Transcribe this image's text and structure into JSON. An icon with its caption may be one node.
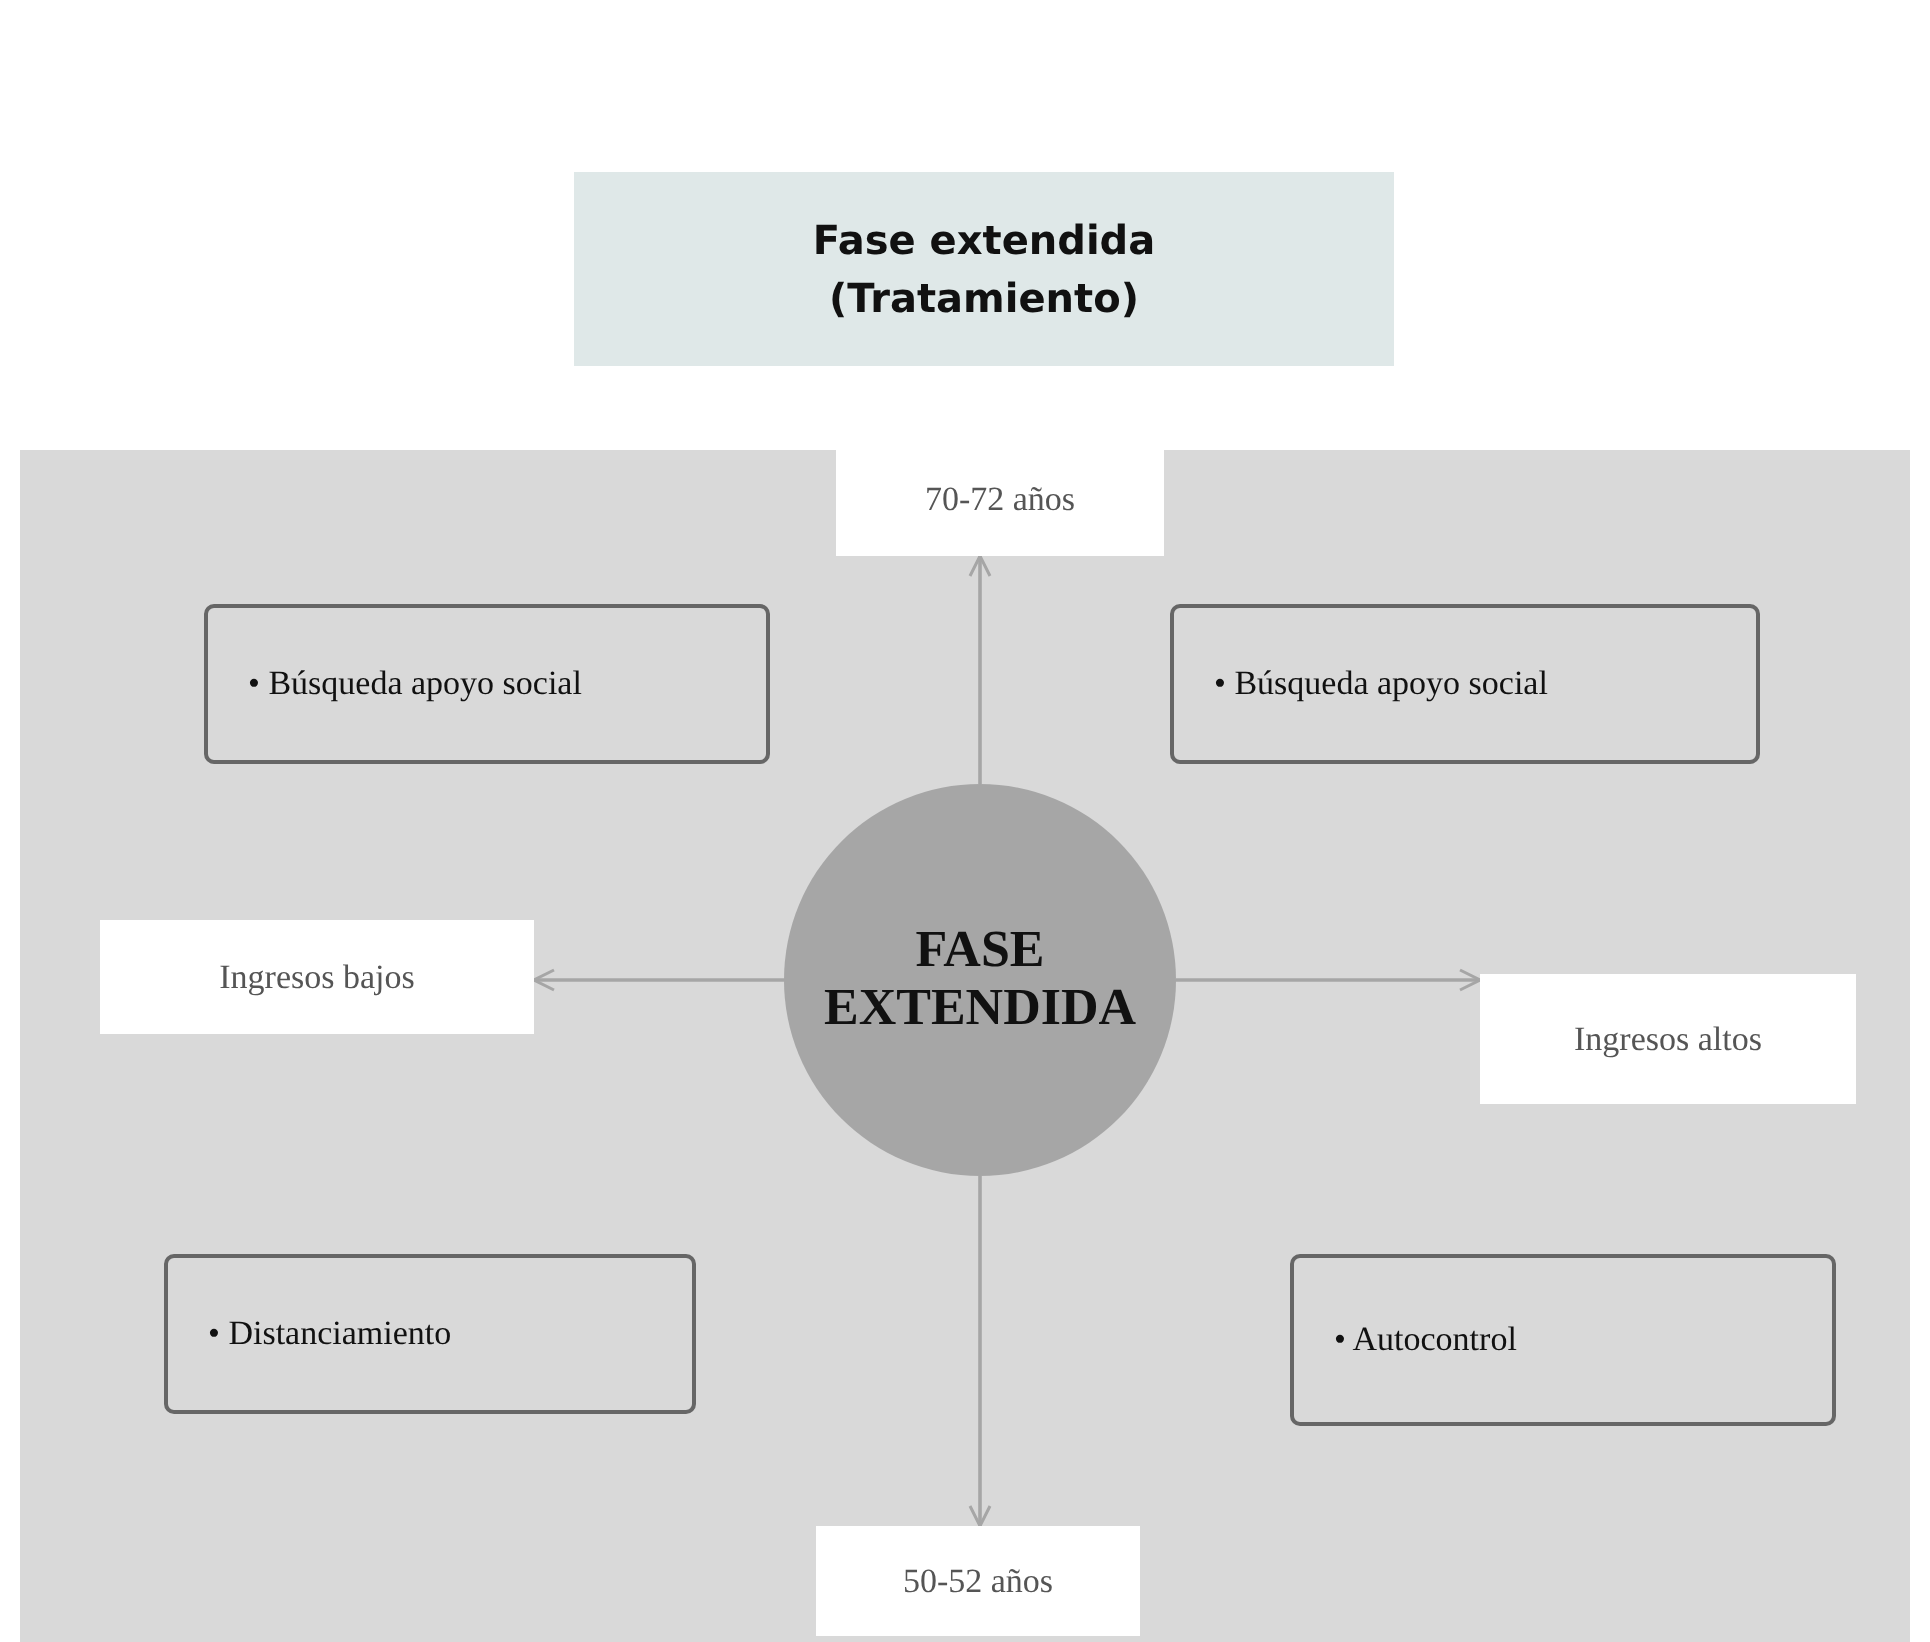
{
  "diagram": {
    "title": "Fase extendida (Tratamiento)",
    "nodes": [
      {
        "text": [
          "FASE EXTENDIDA"
        ]
      },
      {
        "text": [
          "70-72 años"
        ]
      },
      {
        "text": [
          "• Búsqueda apoyo social"
        ]
      },
      {
        "text": [
          "• Búsqueda apoyo social"
        ]
      },
      {
        "text": [
          "Ingresos bajos"
        ]
      },
      {
        "text": [
          "Ingresos altos"
        ]
      },
      {
        "text": [
          "• Distanciamiento"
        ]
      },
      {
        "text": [
          "• Autocontrol"
        ]
      },
      {
        "text": [
          "50-52 años"
        ]
      }
    ],
    "edges": [
      {
        "from": 0,
        "to": 1,
        "arrow": "to"
      },
      {
        "from": 0,
        "to": 4,
        "arrow": "to"
      },
      {
        "from": 0,
        "to": 5,
        "arrow": "to"
      },
      {
        "from": 0,
        "to": 8,
        "arrow": "to"
      }
    ]
  }
}
